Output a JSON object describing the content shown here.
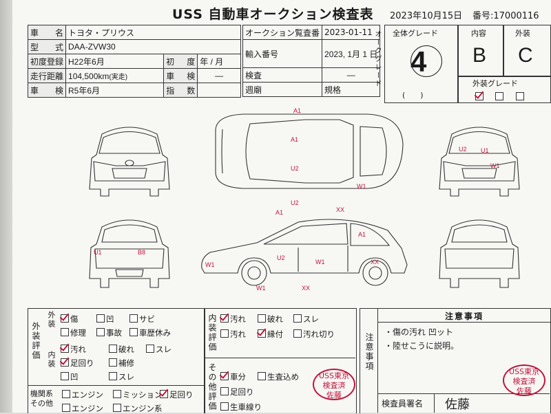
{
  "title": "USS 自動車オークション検査表",
  "header": {
    "date": "2023年10月15日",
    "number_label": "番号:",
    "number": "17000116"
  },
  "info": {
    "car_name_label": "車　名",
    "car_name": "トヨタ・プリウス",
    "model_label": "型　式",
    "model": "DAA-ZVW30",
    "first_reg_label": "初度登録",
    "first_reg": "H22年6月",
    "first_label": "初度",
    "first_val": "年 / 月",
    "mileage_label": "走行距離",
    "mileage": "104,500km",
    "mileage_note": "(実走)",
    "inspection_date_label": "車検",
    "inspection_val": "—",
    "shaken_label": "車　検",
    "shaken": "R5年6月",
    "index_label": "指数",
    "auction_date_label": "オークション覧査番",
    "auction_date": "2023-01-11",
    "import_label": "輸入番号",
    "import_val": "2023, 1月 1 日",
    "check_label": "検査",
    "check_val": "—",
    "service_label": "週廟",
    "spec_label": "規格"
  },
  "grades": {
    "auction_grade_vertical": "オークグレード",
    "overall_label": "全体グレード",
    "overall": "4",
    "paren": "(　　)",
    "interior_label": "内容",
    "interior": "B",
    "exterior_label": "外装",
    "exterior": "C",
    "exterior_grade_label": "外装グレード"
  },
  "damage_marks": [
    "A1",
    "A1",
    "U2",
    "U2",
    "W1",
    "U2",
    "U1",
    "W1",
    "A1",
    "XX",
    "A1",
    "U2",
    "W1",
    "W1",
    "XX",
    "XX",
    "W1",
    "U1",
    "B8"
  ],
  "exterior_eval": {
    "section": "外装評価",
    "sub_outer": "外装",
    "sub_inner": "内装",
    "outer": [
      "傷",
      "凹",
      "サビ",
      "修理",
      "事故",
      "車歴休み"
    ],
    "inner": [
      "汚れ",
      "破れ",
      "スレ",
      "足回り",
      "補修",
      "凹",
      "スレ"
    ]
  },
  "interior_eval": {
    "section": "内装評価",
    "items": [
      "汚れ",
      "破れ",
      "スレ",
      "汚れ",
      "縁付",
      "汚れ切り"
    ],
    "other_section": "その他評価",
    "other": [
      "車分",
      "生査込め",
      "足回り",
      "生車線り"
    ]
  },
  "mech": {
    "section": "機関系その他",
    "items": [
      "エンジン",
      "ミッション",
      "足回り",
      "エンジン",
      "エンジン系"
    ]
  },
  "notes": {
    "title": "注意事項",
    "vertical": "注意事項",
    "lines": [
      "・傷の汚れ 凹ット",
      "・陸せこうに説明。"
    ]
  },
  "inspector": {
    "label": "検査員署名",
    "name": "佐藤"
  },
  "stamp": {
    "line1": "USS東京",
    "line2": "検査済",
    "line3": "佐藤"
  }
}
